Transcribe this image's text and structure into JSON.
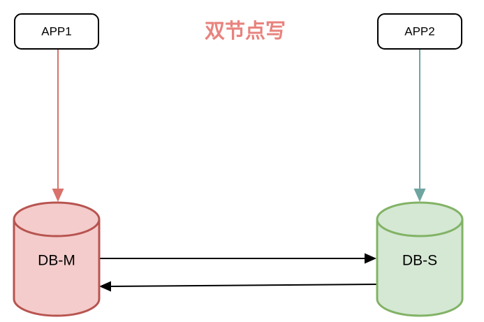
{
  "diagram": {
    "title": {
      "text": "双节点写",
      "color": "#e8837e"
    },
    "nodes": {
      "app1": {
        "label": "APP1",
        "fill": "#ffffff",
        "stroke": "#000000"
      },
      "app2": {
        "label": "APP2",
        "fill": "#ffffff",
        "stroke": "#000000"
      },
      "db_master": {
        "label": "DB-M",
        "fill": "#f3cccb",
        "stroke": "#b85450"
      },
      "db_slave": {
        "label": "DB-S",
        "fill": "#d5e8d4",
        "stroke": "#82b366"
      }
    },
    "edges": {
      "app1_to_dbm": {
        "color": "#d9726b"
      },
      "app2_to_dbs": {
        "color": "#6ea5a1"
      },
      "dbm_to_dbs": {
        "color": "#000000"
      },
      "dbs_to_dbm": {
        "color": "#000000"
      }
    }
  }
}
